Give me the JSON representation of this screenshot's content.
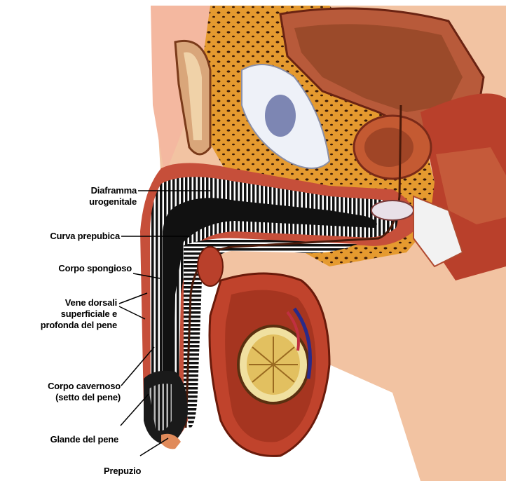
{
  "labels": {
    "diaframma_line1": "Diaframma",
    "diaframma_line2": "urogenitale",
    "curva_prepubica": "Curva prepubica",
    "corpo_spongioso": "Corpo spongioso",
    "vene_line1": "Vene dorsali",
    "vene_line2": "superficiale e",
    "vene_line3": "profonda del pene",
    "cavernoso_line1": "Corpo cavernoso",
    "cavernoso_line2": "(setto del pene)",
    "glande": "Glande del pene",
    "prepuzio": "Prepuzio"
  },
  "colors": {
    "skin": "#f3c9a8",
    "fat": "#e8a236",
    "muscle": "#b5412c",
    "dark_muscle": "#7a2a18",
    "bladder": "#a0522d",
    "spongy": "#111111",
    "leader": "#000000"
  }
}
